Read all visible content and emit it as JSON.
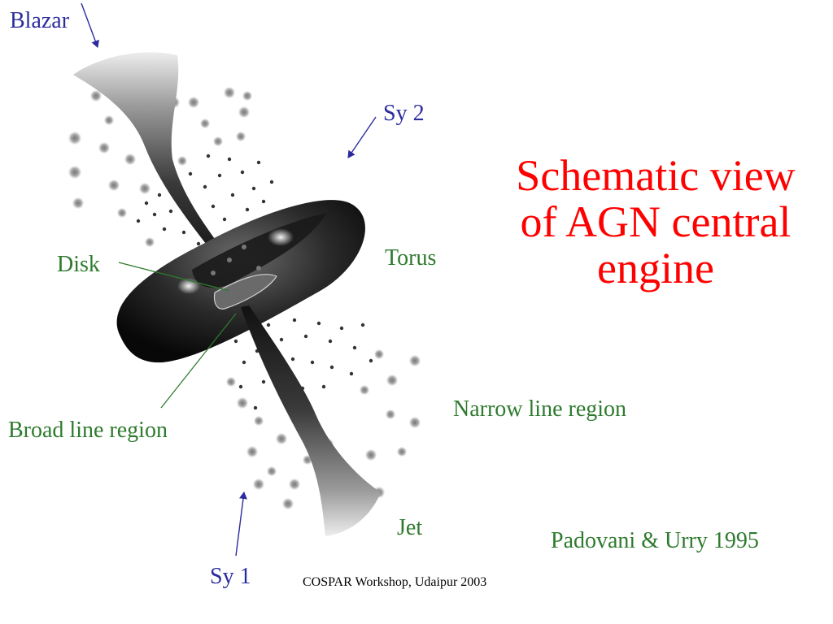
{
  "slide": {
    "title_lines": [
      "Schematic view",
      "of AGN central",
      "engine"
    ],
    "footer": "COSPAR Workshop, Udaipur 2003",
    "credit": "Padovani & Urry 1995"
  },
  "labels": {
    "blazar": "Blazar",
    "sy2": "Sy 2",
    "disk": "Disk",
    "torus": "Torus",
    "broad_line_region": "Broad line region",
    "narrow_line_region": "Narrow line region",
    "jet": "Jet",
    "sy1": "Sy 1"
  },
  "colors": {
    "title": "#ff0000",
    "viewing_labels": "#2b2b9f",
    "component_labels": "#2e7a2e",
    "footer": "#000000"
  }
}
